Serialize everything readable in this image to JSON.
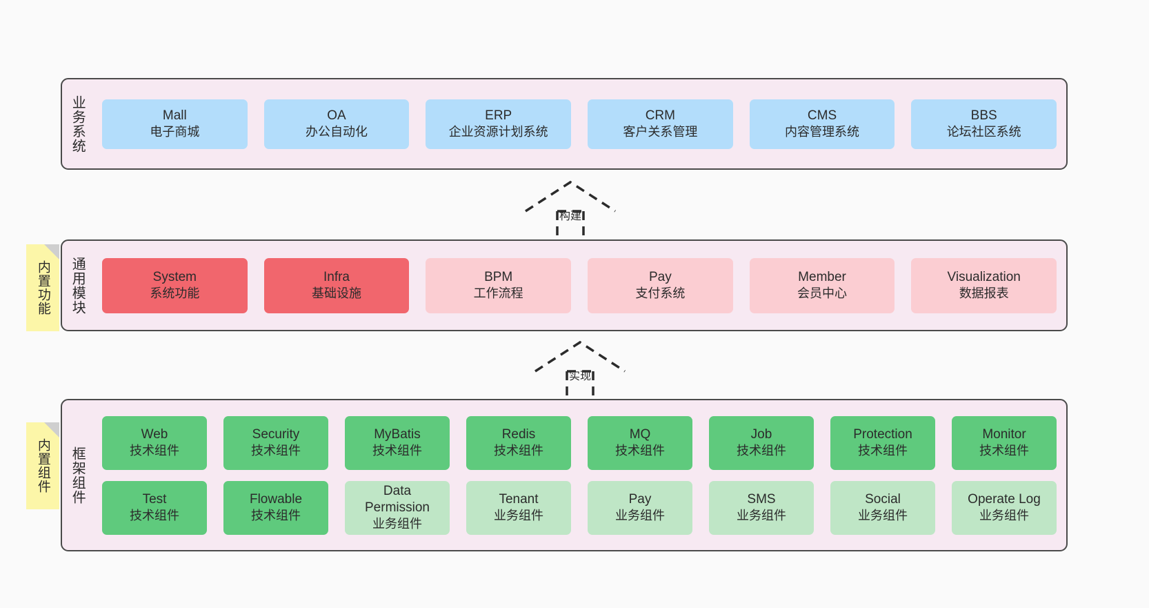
{
  "page": {
    "background": "#fafafa",
    "band_fill": "#f7e9f2",
    "band_border": "#4a4a4a"
  },
  "bands": {
    "business": {
      "label": "业务系统",
      "color": "#b3ddfb",
      "items": [
        {
          "name": "Mall",
          "desc": "电子商城"
        },
        {
          "name": "OA",
          "desc": "办公自动化"
        },
        {
          "name": "ERP",
          "desc": "企业资源计划系统"
        },
        {
          "name": "CRM",
          "desc": "客户关系管理"
        },
        {
          "name": "CMS",
          "desc": "内容管理系统"
        },
        {
          "name": "BBS",
          "desc": "论坛社区系统"
        }
      ]
    },
    "common": {
      "label": "通用模块",
      "color_primary": "#f1666d",
      "color_secondary": "#fbcdd2",
      "items": [
        {
          "name": "System",
          "desc": "系统功能",
          "tone": "red"
        },
        {
          "name": "Infra",
          "desc": "基础设施",
          "tone": "red"
        },
        {
          "name": "BPM",
          "desc": "工作流程",
          "tone": "pink"
        },
        {
          "name": "Pay",
          "desc": "支付系统",
          "tone": "pink"
        },
        {
          "name": "Member",
          "desc": "会员中心",
          "tone": "pink"
        },
        {
          "name": "Visualization",
          "desc": "数据报表",
          "tone": "pink"
        }
      ]
    },
    "framework": {
      "label": "框架组件",
      "color_primary": "#5fca7d",
      "color_secondary": "#bfe6c6",
      "row1": [
        {
          "name": "Web",
          "desc": "技术组件",
          "tone": "green"
        },
        {
          "name": "Security",
          "desc": "技术组件",
          "tone": "green"
        },
        {
          "name": "MyBatis",
          "desc": "技术组件",
          "tone": "green"
        },
        {
          "name": "Redis",
          "desc": "技术组件",
          "tone": "green"
        },
        {
          "name": "MQ",
          "desc": "技术组件",
          "tone": "green"
        },
        {
          "name": "Job",
          "desc": "技术组件",
          "tone": "green"
        },
        {
          "name": "Protection",
          "desc": "技术组件",
          "tone": "green"
        },
        {
          "name": "Monitor",
          "desc": "技术组件",
          "tone": "green"
        }
      ],
      "row2": [
        {
          "name": "Test",
          "desc": "技术组件",
          "tone": "green"
        },
        {
          "name": "Flowable",
          "desc": "技术组件",
          "tone": "green"
        },
        {
          "name": "Data Permission",
          "desc": "业务组件",
          "tone": "green-light"
        },
        {
          "name": "Tenant",
          "desc": "业务组件",
          "tone": "green-light"
        },
        {
          "name": "Pay",
          "desc": "业务组件",
          "tone": "green-light"
        },
        {
          "name": "SMS",
          "desc": "业务组件",
          "tone": "green-light"
        },
        {
          "name": "Social",
          "desc": "业务组件",
          "tone": "green-light"
        },
        {
          "name": "Operate Log",
          "desc": "业务组件",
          "tone": "green-light"
        }
      ]
    }
  },
  "notes": [
    {
      "text": "内置功能",
      "color": "#fcf6a8"
    },
    {
      "text": "内置组件",
      "color": "#fcf6a8"
    }
  ],
  "arrows": [
    {
      "label": "构建"
    },
    {
      "label": "实现"
    }
  ]
}
